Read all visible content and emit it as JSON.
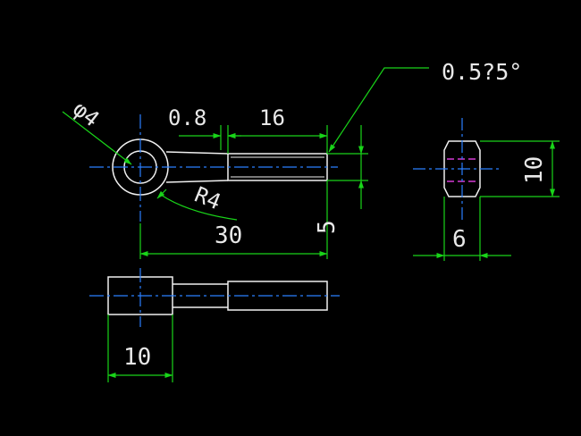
{
  "drawing": {
    "dim_chamfer": "0.5?5°",
    "dim_diameter": "φ4",
    "dim_gap": "0.8",
    "dim_thread_len": "16",
    "dim_radius": "R4",
    "dim_overall": "30",
    "dim_height": "5",
    "dim_side_height": "10",
    "dim_side_width": "6",
    "dim_bottom_width": "10"
  },
  "colors": {
    "background": "#000000",
    "outline": "#f0f0f0",
    "centerline": "#2a7fff",
    "dimension": "#19d419",
    "hidden": "#d43bd4"
  }
}
